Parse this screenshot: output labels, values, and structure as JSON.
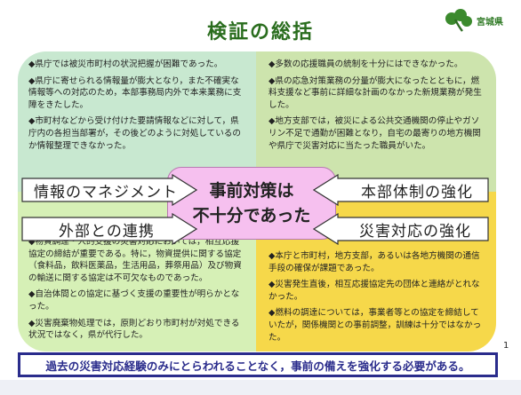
{
  "title": "検証の総括",
  "logo": {
    "text": "宮城県",
    "icon": "miyagi-logo-icon"
  },
  "panels": {
    "top_left": [
      "◆県庁では被災市町村の状況把握が困難であった。",
      "◆県庁に寄せられる情報量が膨大となり，また不確実な情報等への対応のため，本部事務局内外で本来業務に支障をきたした。",
      "◆市町村などから受け付けた要請情報などに対して，県庁内の各担当部署が，その後どのように対処しているのか情報整理できなかった。"
    ],
    "top_right": [
      "◆多数の応援職員の統制を十分にはできなかった。",
      "◆県の応急対策業務の分量が膨大になったとともに，燃料支援など事前に詳細な計画のなかった新規業務が発生した。",
      "◆地方支部では，被災による公共交通機関の停止やガソリン不足で通勤が困難となり，自宅の最寄りの地方機関や県庁で災害対応に当たった職員がいた。"
    ],
    "bottom_left": [
      "◆物資調達・人的支援の災害対応においては，相互応援協定の締結が重要である。特に，物資提供に関する協定（食料品，飲料医薬品，生活用品，葬祭用品）及び物資の輸送に関する協定は不可欠なものであった。",
      "◆自治体間との協定に基づく支援の重要性が明らかとなった。",
      "◆災害廃棄物処理では，原則どおり市町村が対処できる状況ではなく，県が代行した。"
    ],
    "bottom_right": [
      "◆本庁と市町村，地方支部，あるいは各地方機関の通信手段の確保が課題であった。",
      "◆災害発生直後，相互応援協定先の団体と連絡がとれなかった。",
      "◆燃料の調達については，事業者等との協定を締結していたが，関係機関との事前調整，訓練は十分ではなかった。"
    ]
  },
  "center": {
    "line1": "事前対策は",
    "line2": "不十分であった"
  },
  "arrows": {
    "info": "情報のマネジメント",
    "hq": "本部体制の強化",
    "external": "外部との連携",
    "disaster": "災害対応の強化"
  },
  "colors": {
    "title": "#2a6d1e",
    "top_left": "#c8e8d0",
    "top_right": "#cde4ad",
    "bottom_left": "#d6f0b6",
    "bottom_right": "#f6d84a",
    "center": "#f6c0ef",
    "bottom_bar": "#2a2c8c"
  },
  "page_number": "1",
  "bottom_message": "過去の災害対応経験のみにとらわれることなく，事前の備えを強化する必要がある。"
}
